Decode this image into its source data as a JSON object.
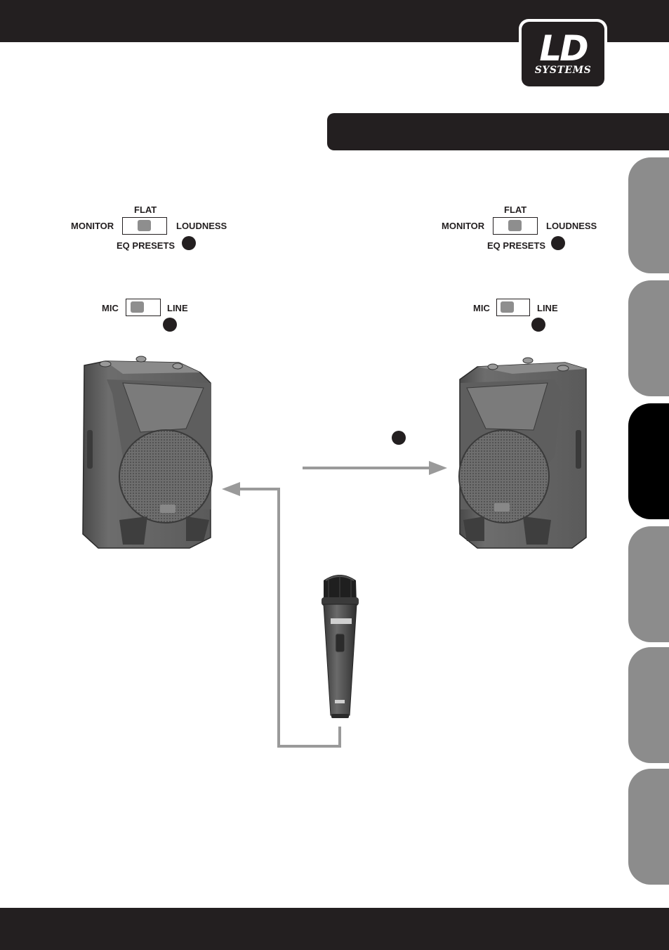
{
  "brand": {
    "logo_main": "LD",
    "logo_sub": "SYSTEMS"
  },
  "left_panel": {
    "eq": {
      "top": "FLAT",
      "left": "MONITOR",
      "right": "LOUDNESS",
      "caption": "EQ PRESETS"
    },
    "input": {
      "left": "MIC",
      "right": "LINE"
    }
  },
  "right_panel": {
    "eq": {
      "top": "FLAT",
      "left": "MONITOR",
      "right": "LOUDNESS",
      "caption": "EQ PRESETS"
    },
    "input": {
      "left": "MIC",
      "right": "LINE"
    }
  },
  "colors": {
    "dark": "#231f20",
    "tab_inactive": "#8c8c8c",
    "tab_active": "#000000",
    "cable": "#9a9a9a"
  },
  "side_tabs": {
    "count": 6,
    "active_index": 2
  }
}
